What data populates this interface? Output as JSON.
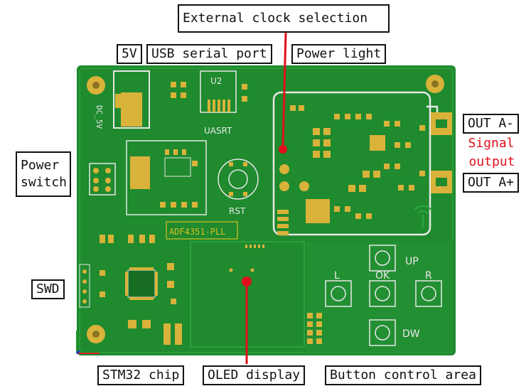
{
  "callouts": {
    "external_clock": "External clock selection",
    "five_v": "5V",
    "usb_serial": "USB serial port",
    "power_light": "Power light",
    "out_a_minus": "OUT A-",
    "signal_output_1": "Signal",
    "signal_output_2": "output",
    "out_a_plus": "OUT A+",
    "power_switch_1": "Power",
    "power_switch_2": "switch",
    "swd": "SWD",
    "stm32": "STM32 chip",
    "oled": "OLED display",
    "button_area": "Button control area"
  },
  "silkscreen": {
    "dc": "DC_5V",
    "u2": "U2",
    "uasrt": "UASRT",
    "rst": "RST",
    "pll": "ADF4351-PLL",
    "up": "UP",
    "left": "L",
    "ok": "OK",
    "right": "R",
    "down": "DW"
  },
  "colors": {
    "board": "#1f8a2e",
    "board_dark": "#176e23",
    "pad": "#d9b23a",
    "silk": "#e8e8e8",
    "pll_text": "#d8c020",
    "callout_red": "#e0101a"
  }
}
